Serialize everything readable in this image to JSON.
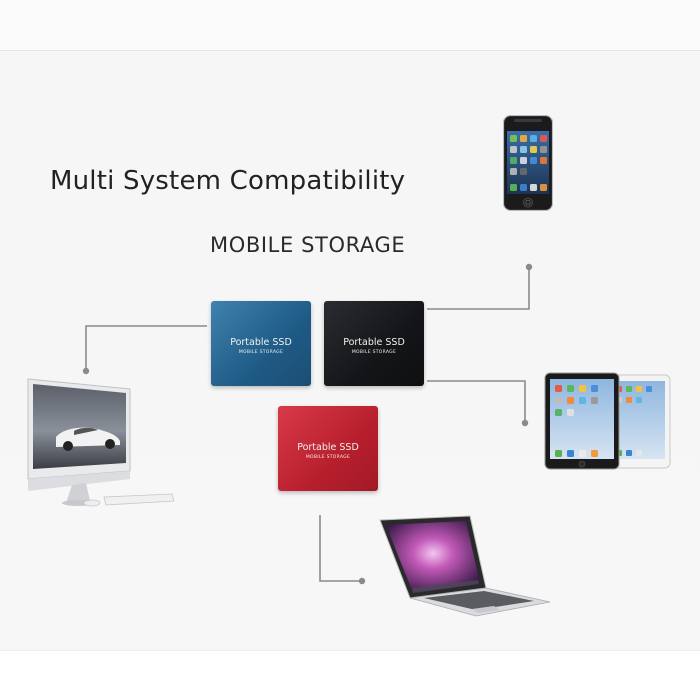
{
  "headline": "Multi System Compatibility",
  "subhead": "MOBILE STORAGE",
  "drives": [
    {
      "color_name": "blue",
      "color": "#2a6b98",
      "title": "Portable SSD",
      "subtitle": "MOBILE STORAGE"
    },
    {
      "color_name": "black",
      "color": "#18191c",
      "title": "Portable SSD",
      "subtitle": "MOBILE STORAGE"
    },
    {
      "color_name": "red",
      "color": "#c3232f",
      "title": "Portable SSD",
      "subtitle": "MOBILE STORAGE"
    }
  ],
  "devices": [
    "smartphone-icon",
    "tablet-icon",
    "desktop-computer-icon",
    "laptop-icon"
  ],
  "connector_color": "#8a8a8a"
}
